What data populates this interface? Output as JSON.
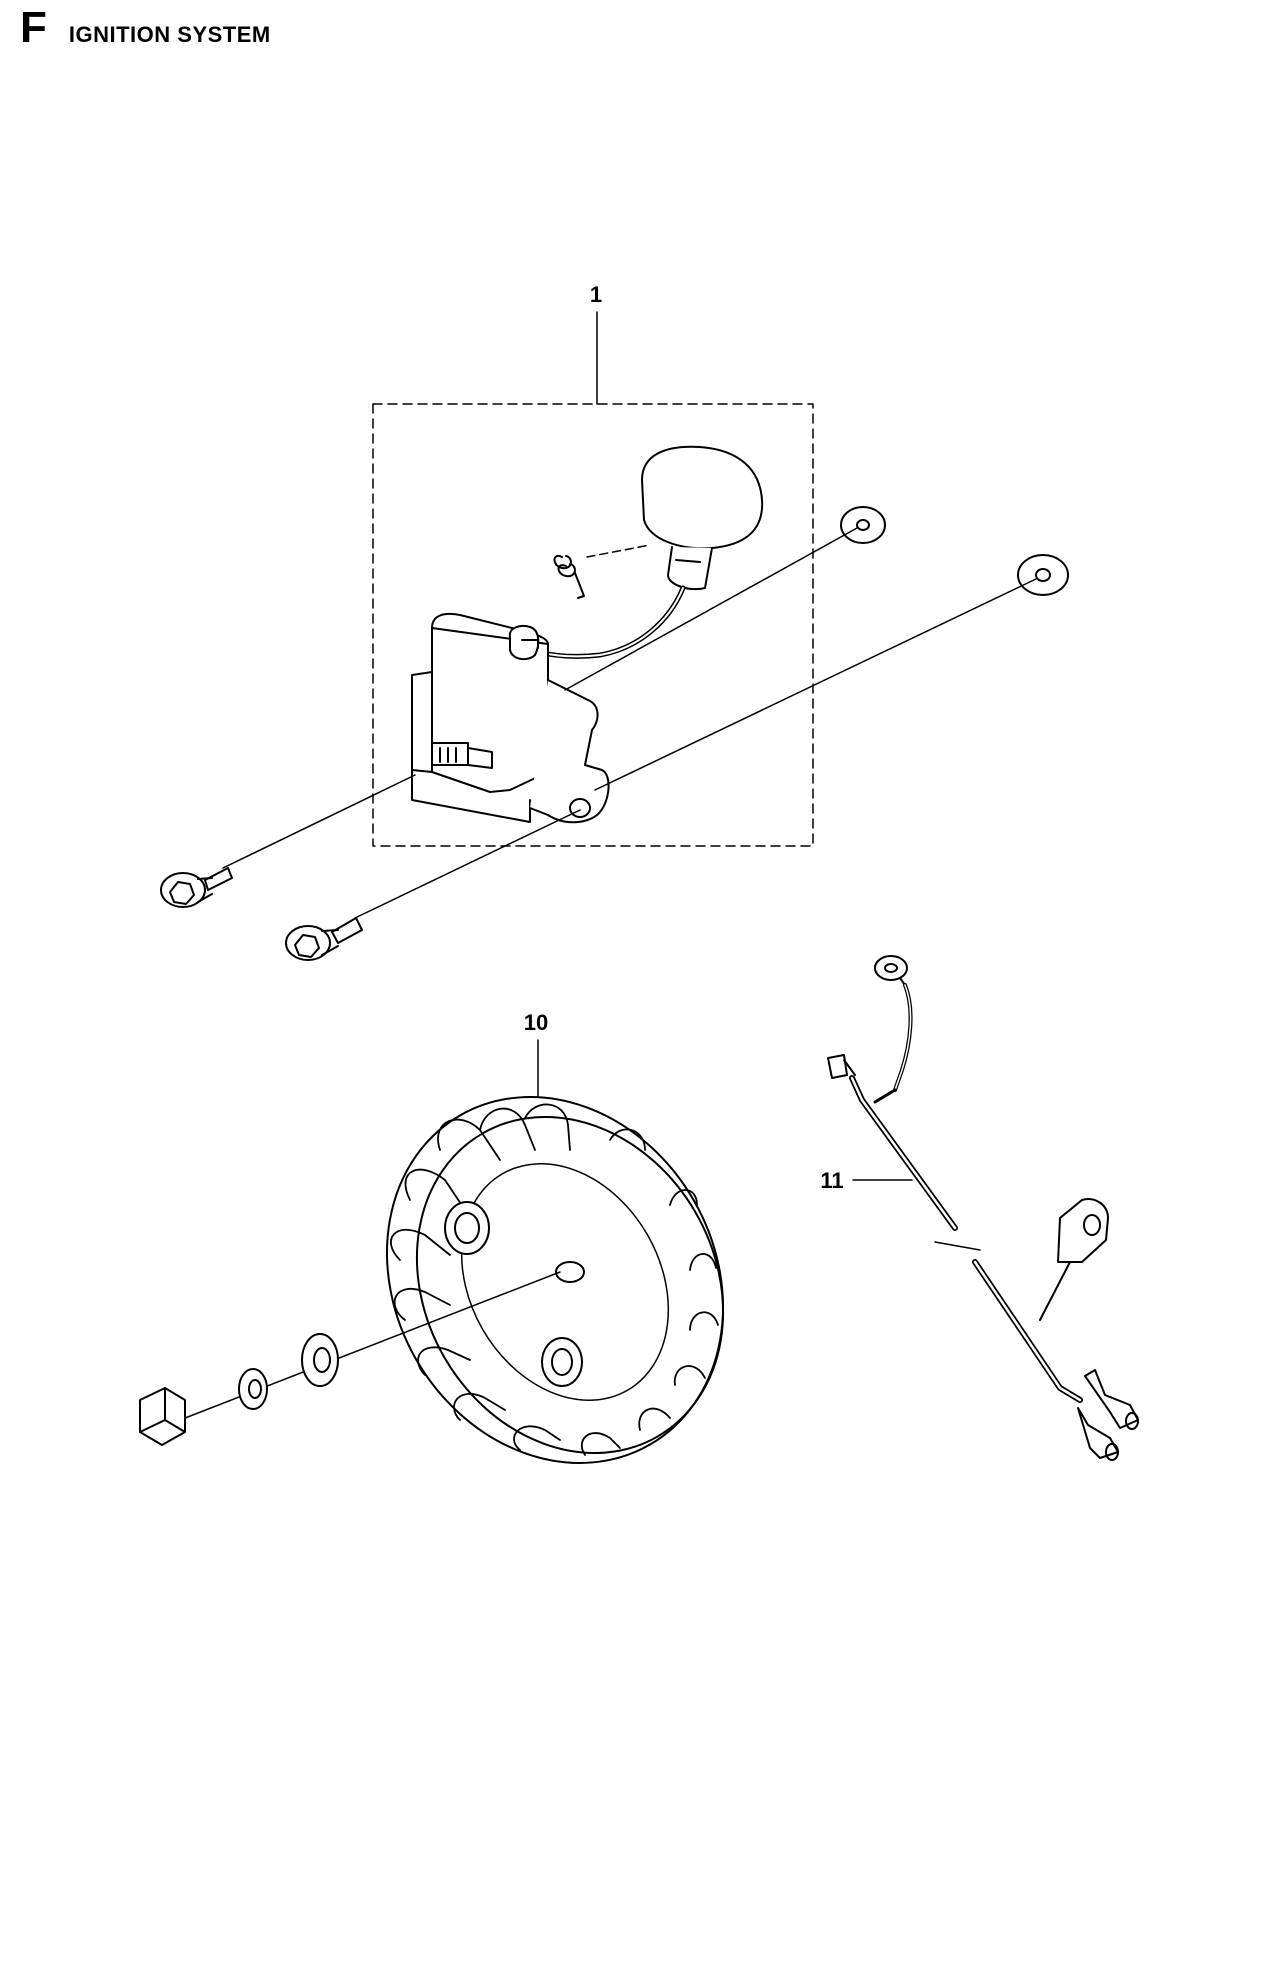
{
  "header": {
    "section_letter": "F",
    "section_title": "IGNITION SYSTEM"
  },
  "callouts": {
    "ignition_module": "1",
    "flywheel": "10",
    "wire_harness": "11"
  }
}
